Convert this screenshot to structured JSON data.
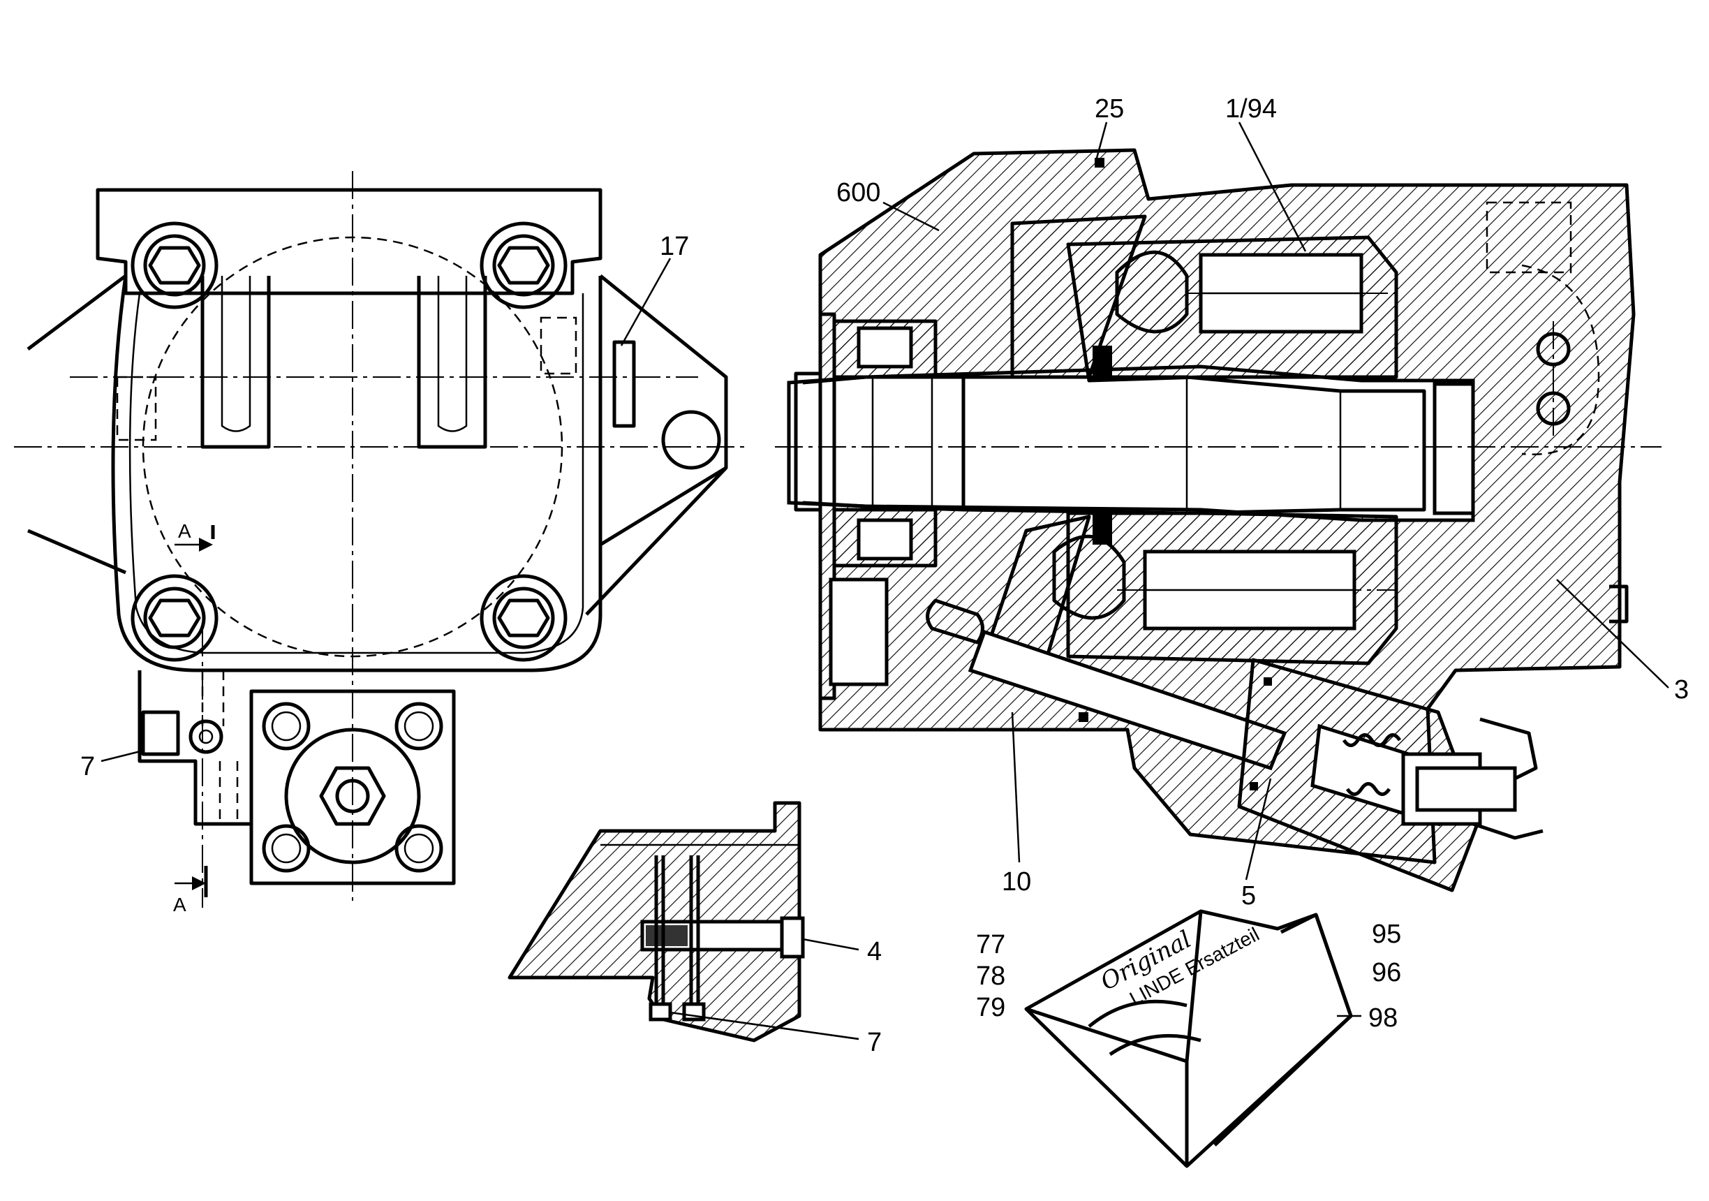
{
  "labels": {
    "l25": "25",
    "l194": "1/94",
    "l600": "600",
    "l17": "17",
    "l3": "3",
    "l7a": "7",
    "l10": "10",
    "l5": "5",
    "l4": "4",
    "l7b": "7",
    "l77": "77",
    "l78": "78",
    "l79": "79",
    "l95": "95",
    "l96": "96",
    "l98": "98"
  },
  "section_markers": {
    "a_top": "A",
    "a_bottom": "A"
  },
  "package_text": {
    "line1": "Original",
    "line2": "LINDE Ersatzteil"
  }
}
